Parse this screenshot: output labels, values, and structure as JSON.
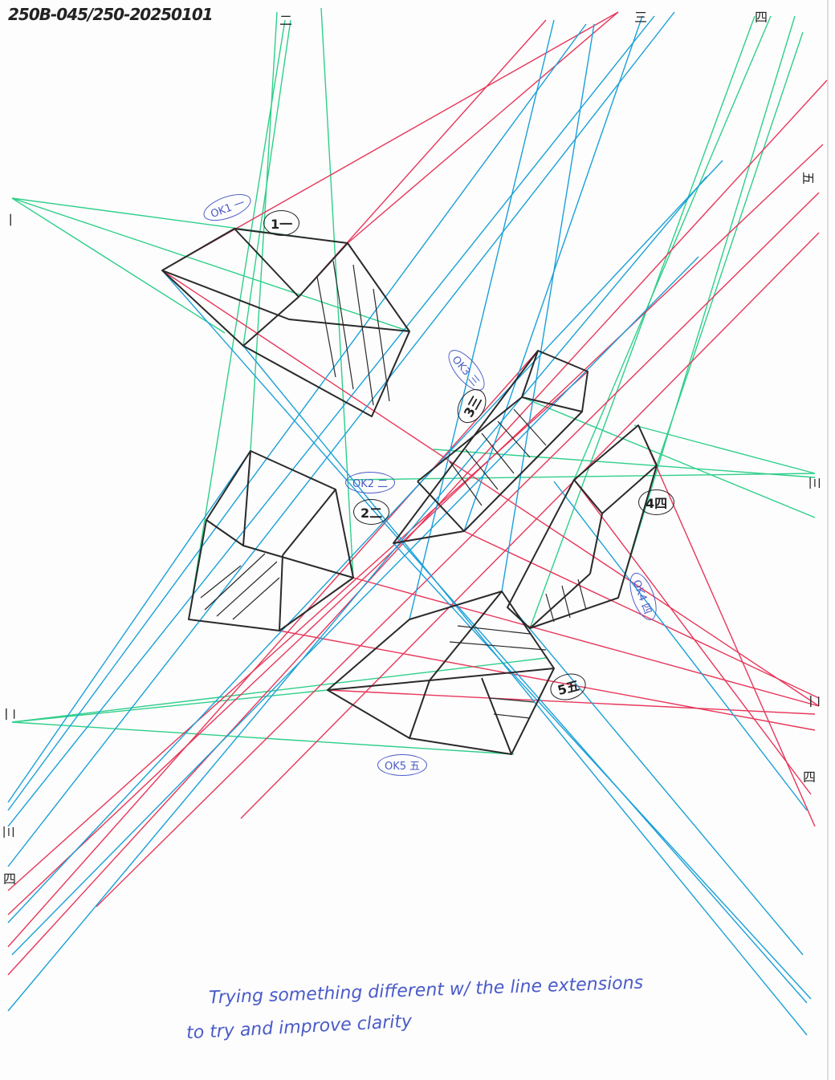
{
  "header": {
    "code": "250B-045/250-20250101"
  },
  "note": {
    "line1": "Trying something different w/ the line extensions",
    "line2": "to try and improve clarity"
  },
  "labels": {
    "ok1": "OK1 一",
    "box1": "1一",
    "ok2": "OK2 二",
    "box2": "2二",
    "ok3": "OK3 三",
    "box3": "3三",
    "ok4": "OK4 四",
    "box4": "4四",
    "ok5": "OK5 五",
    "box5": "5五"
  },
  "vanishing_marks": {
    "top_1": "二",
    "top_2": "三",
    "top_3": "四",
    "right_1": "五",
    "right_2": "三",
    "right_3": "二",
    "right_4": "四",
    "left_1": "一",
    "left_2": "二",
    "left_3": "三",
    "left_4": "四"
  },
  "colors": {
    "green": "#2fcf8a",
    "red": "#e8365a",
    "blue": "#1aa0d8",
    "ink": "#2a2a2a",
    "pen": "#4a5bc8"
  }
}
